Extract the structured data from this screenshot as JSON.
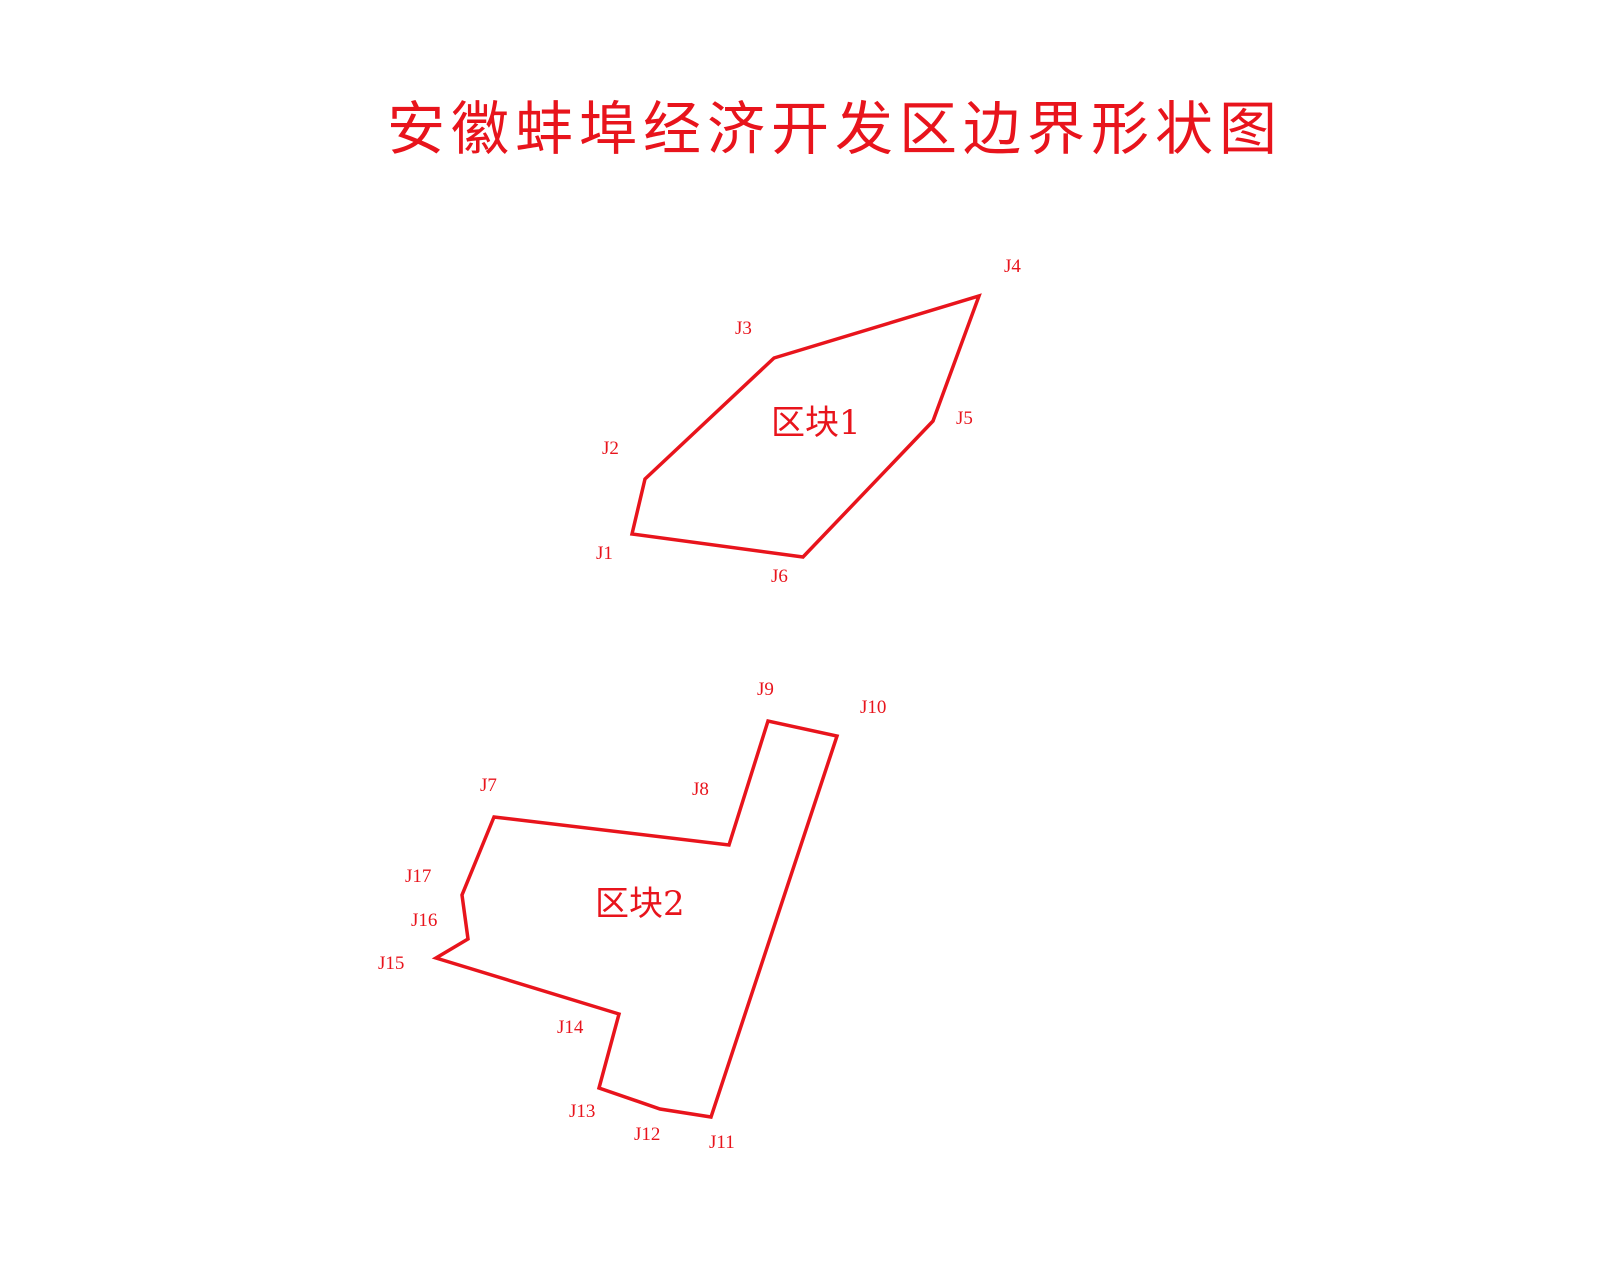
{
  "title": "安徽蚌埠经济开发区边界形状图",
  "colors": {
    "line": "#e8141c",
    "background": "#ffffff"
  },
  "blocks": [
    {
      "name": "区块1",
      "vertices": [
        "J1",
        "J2",
        "J3",
        "J4",
        "J5",
        "J6"
      ]
    },
    {
      "name": "区块2",
      "vertices": [
        "J7",
        "J8",
        "J9",
        "J10",
        "J11",
        "J12",
        "J13",
        "J14",
        "J15",
        "J16",
        "J17"
      ]
    }
  ]
}
